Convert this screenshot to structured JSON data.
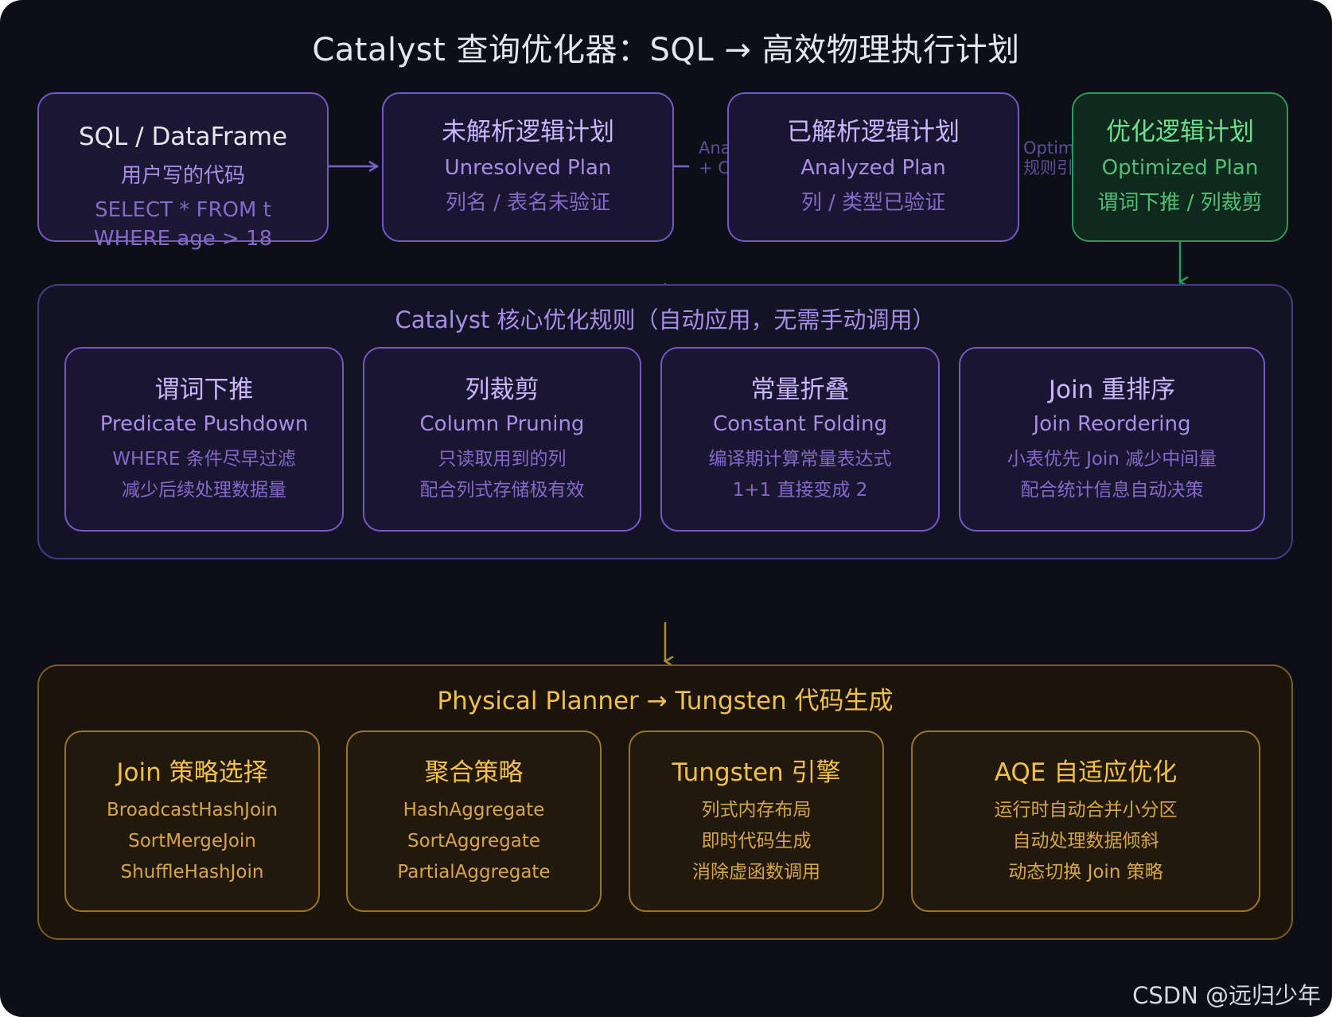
{
  "title": "Catalyst 查询优化器：SQL → 高效物理执行计划",
  "pipeline": [
    {
      "title": "SQL / DataFrame",
      "subtitle": "用户写的代码",
      "lines": [
        "SELECT * FROM t",
        "WHERE age > 18"
      ]
    },
    {
      "title": "未解析逻辑计划",
      "subtitle": "Unresolved Plan",
      "lines": [
        "列名 / 表名未验证"
      ]
    },
    {
      "title": "已解析逻辑计划",
      "subtitle": "Analyzed Plan",
      "lines": [
        "列 / 类型已验证"
      ]
    },
    {
      "title": "优化逻辑计划",
      "subtitle": "Optimized Plan",
      "lines": [
        "谓词下推 / 列裁剪"
      ]
    }
  ],
  "edge_labels": {
    "analyze": [
      "Ana",
      "+ C"
    ],
    "optimize": [
      "Optim",
      "规则引"
    ]
  },
  "rules_section": {
    "title": "Catalyst 核心优化规则（自动应用，无需手动调用）",
    "cards": [
      {
        "title": "谓词下推",
        "subtitle": "Predicate Pushdown",
        "lines": [
          "WHERE 条件尽早过滤",
          "减少后续处理数据量"
        ]
      },
      {
        "title": "列裁剪",
        "subtitle": "Column Pruning",
        "lines": [
          "只读取用到的列",
          "配合列式存储极有效"
        ]
      },
      {
        "title": "常量折叠",
        "subtitle": "Constant Folding",
        "lines": [
          "编译期计算常量表达式",
          "1+1 直接变成 2"
        ]
      },
      {
        "title": "Join 重排序",
        "subtitle": "Join Reordering",
        "lines": [
          "小表优先 Join 减少中间量",
          "配合统计信息自动决策"
        ]
      }
    ]
  },
  "physical_section": {
    "title": "Physical Planner → Tungsten 代码生成",
    "cards": [
      {
        "title": "Join 策略选择",
        "lines": [
          "BroadcastHashJoin",
          "SortMergeJoin",
          "ShuffleHashJoin"
        ]
      },
      {
        "title": "聚合策略",
        "lines": [
          "HashAggregate",
          "SortAggregate",
          "PartialAggregate"
        ]
      },
      {
        "title": "Tungsten 引擎",
        "lines": [
          "列式内存布局",
          "即时代码生成",
          "消除虚函数调用"
        ]
      },
      {
        "title": "AQE 自适应优化",
        "lines": [
          "运行时自动合并小分区",
          "自动处理数据倾斜",
          "动态切换 Join 策略"
        ]
      }
    ]
  },
  "watermark": "CSDN @远归少年",
  "colors": {
    "background": "#0d0f16",
    "purple": "#7457c8",
    "green": "#2f9a58",
    "gold": "#9a7726"
  }
}
